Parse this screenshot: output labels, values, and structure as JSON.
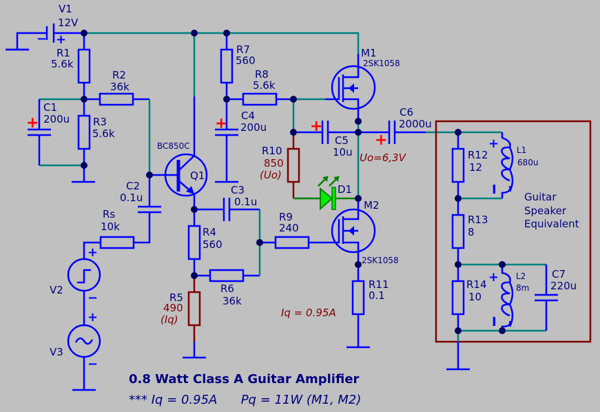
{
  "diagram": {
    "title": "0.8 Watt Class A Guitar Amplifier",
    "subtitle": "*** Iq = 0.95A      Pq = 11W (M1, M2)",
    "speaker_box_label": [
      "Guitar",
      "Speaker",
      "Equivalent"
    ],
    "annotations": {
      "uo": "Uo=6,3V",
      "iq": "Iq = 0.95A"
    },
    "colors": {
      "background": "#c0c0c0",
      "wire": "#0000ff",
      "net": "#008080",
      "highlight": "#800000",
      "led": "#00cc00",
      "polarity": "#ff0000"
    },
    "components": {
      "V1": {
        "name": "V1",
        "value": "12V"
      },
      "V2": {
        "name": "V2"
      },
      "V3": {
        "name": "V3"
      },
      "R1": {
        "name": "R1",
        "value": "5.6k"
      },
      "R2": {
        "name": "R2",
        "value": "36k"
      },
      "R3": {
        "name": "R3",
        "value": "5.6k"
      },
      "R4": {
        "name": "R4",
        "value": "560"
      },
      "R5": {
        "name": "R5",
        "value": "490",
        "note": "(Iq)"
      },
      "R6": {
        "name": "R6",
        "value": "36k"
      },
      "R7": {
        "name": "R7",
        "value": "560"
      },
      "R8": {
        "name": "R8",
        "value": "5.6k"
      },
      "R9": {
        "name": "R9",
        "value": "240"
      },
      "R10": {
        "name": "R10",
        "value": "850",
        "note": "(Uo)"
      },
      "R11": {
        "name": "R11",
        "value": "0.1"
      },
      "R12": {
        "name": "R12",
        "value": "12"
      },
      "R13": {
        "name": "R13",
        "value": "8"
      },
      "R14": {
        "name": "R14",
        "value": "10"
      },
      "Rs": {
        "name": "Rs",
        "value": "10k"
      },
      "C1": {
        "name": "C1",
        "value": "200u"
      },
      "C2": {
        "name": "C2",
        "value": "0.1u"
      },
      "C3": {
        "name": "C3",
        "value": "0.1u"
      },
      "C4": {
        "name": "C4",
        "value": "200u"
      },
      "C5": {
        "name": "C5",
        "value": "10u"
      },
      "C6": {
        "name": "C6",
        "value": "2000u"
      },
      "C7": {
        "name": "C7",
        "value": "220u"
      },
      "L1": {
        "name": "L1",
        "value": "680u"
      },
      "L2": {
        "name": "L2",
        "value": "8m"
      },
      "Q1": {
        "name": "Q1",
        "model": "BC850C"
      },
      "M1": {
        "name": "M1",
        "model": "2SK1058"
      },
      "M2": {
        "name": "M2",
        "model": "2SK1058"
      },
      "D1": {
        "name": "D1"
      }
    },
    "polarity": {
      "plus": "+",
      "minus": "−",
      "minus_bar": "I"
    }
  }
}
